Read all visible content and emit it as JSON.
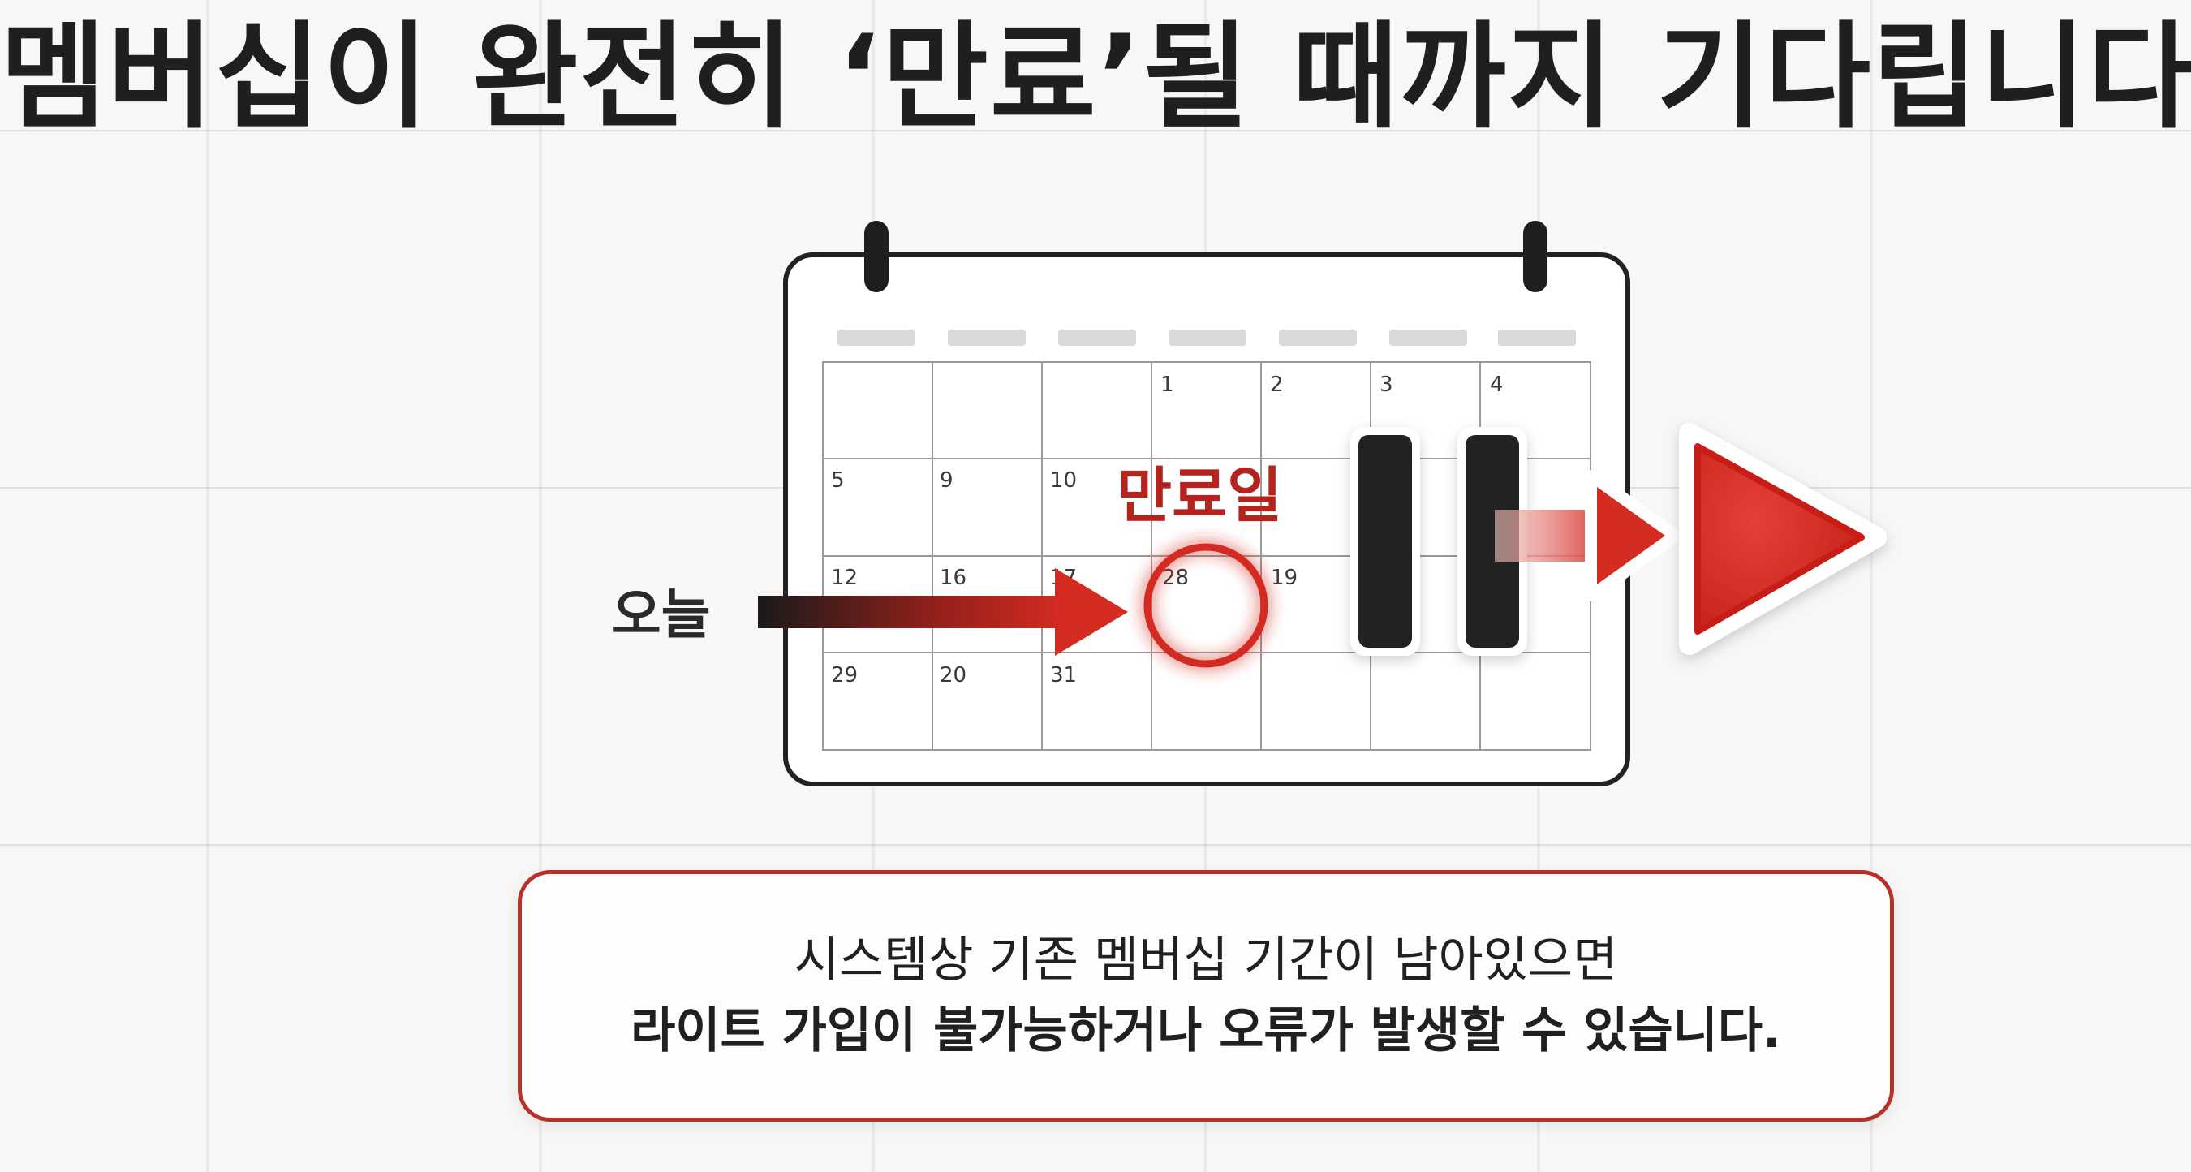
{
  "headline": "멤버십이 완전히 ‘만료’될 때까지 기다립니다.",
  "calendar": {
    "days": [
      "1",
      "2",
      "3",
      "4",
      "5",
      "9",
      "10",
      "12",
      "16",
      "17",
      "28",
      "19",
      "29",
      "20",
      "31"
    ]
  },
  "labels": {
    "today": "오늘",
    "expiry": "만료일"
  },
  "notice": {
    "line1": "시스템상 기존 멤버십 기간이 남아있으면",
    "line2": "라이트 가입이 불가능하거나 오류가 발생할 수 있습니다."
  },
  "colors": {
    "accent_red": "#d32a22",
    "dark": "#1f1f1f"
  },
  "icons": [
    "pause-icon",
    "play-icon",
    "arrow-right-icon"
  ]
}
